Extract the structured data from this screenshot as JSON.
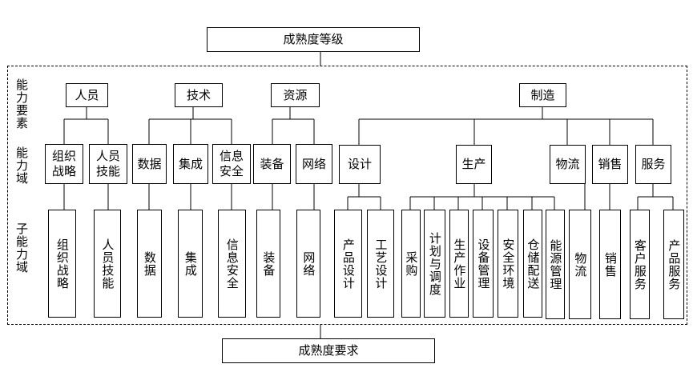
{
  "top_title": "成熟度等级",
  "bottom_title": "成熟度要求",
  "side_labels": {
    "elements": "能力要素",
    "domains": "能力域",
    "subdomains": "子能力域"
  },
  "elements": {
    "people": "人员",
    "technology": "技术",
    "resources": "资源",
    "manufacturing": "制造"
  },
  "domains": {
    "org_strategy": "组织战略",
    "personnel_skills": "人员技能",
    "data": "数据",
    "integration": "集成",
    "info_security": "信息安全",
    "equipment": "装备",
    "network": "网络",
    "design": "设计",
    "production": "生产",
    "logistics": "物流",
    "sales": "销售",
    "service": "服务"
  },
  "subdomains": {
    "org_strategy": "组织战略",
    "personnel_skills": "人员技能",
    "data": "数据",
    "integration": "集成",
    "info_security": "信息安全",
    "equipment": "装备",
    "network": "网络",
    "product_design": "产品设计",
    "process_design": "工艺设计",
    "procurement": "采购",
    "planning_scheduling": "计划与调度",
    "production_operation": "生产作业",
    "equipment_management": "设备管理",
    "safety_environment": "安全环境",
    "warehouse_distribution": "仓储配送",
    "energy_management": "能源管理",
    "logistics": "物流",
    "sales": "销售",
    "customer_service": "客户服务",
    "product_service": "产品服务"
  }
}
